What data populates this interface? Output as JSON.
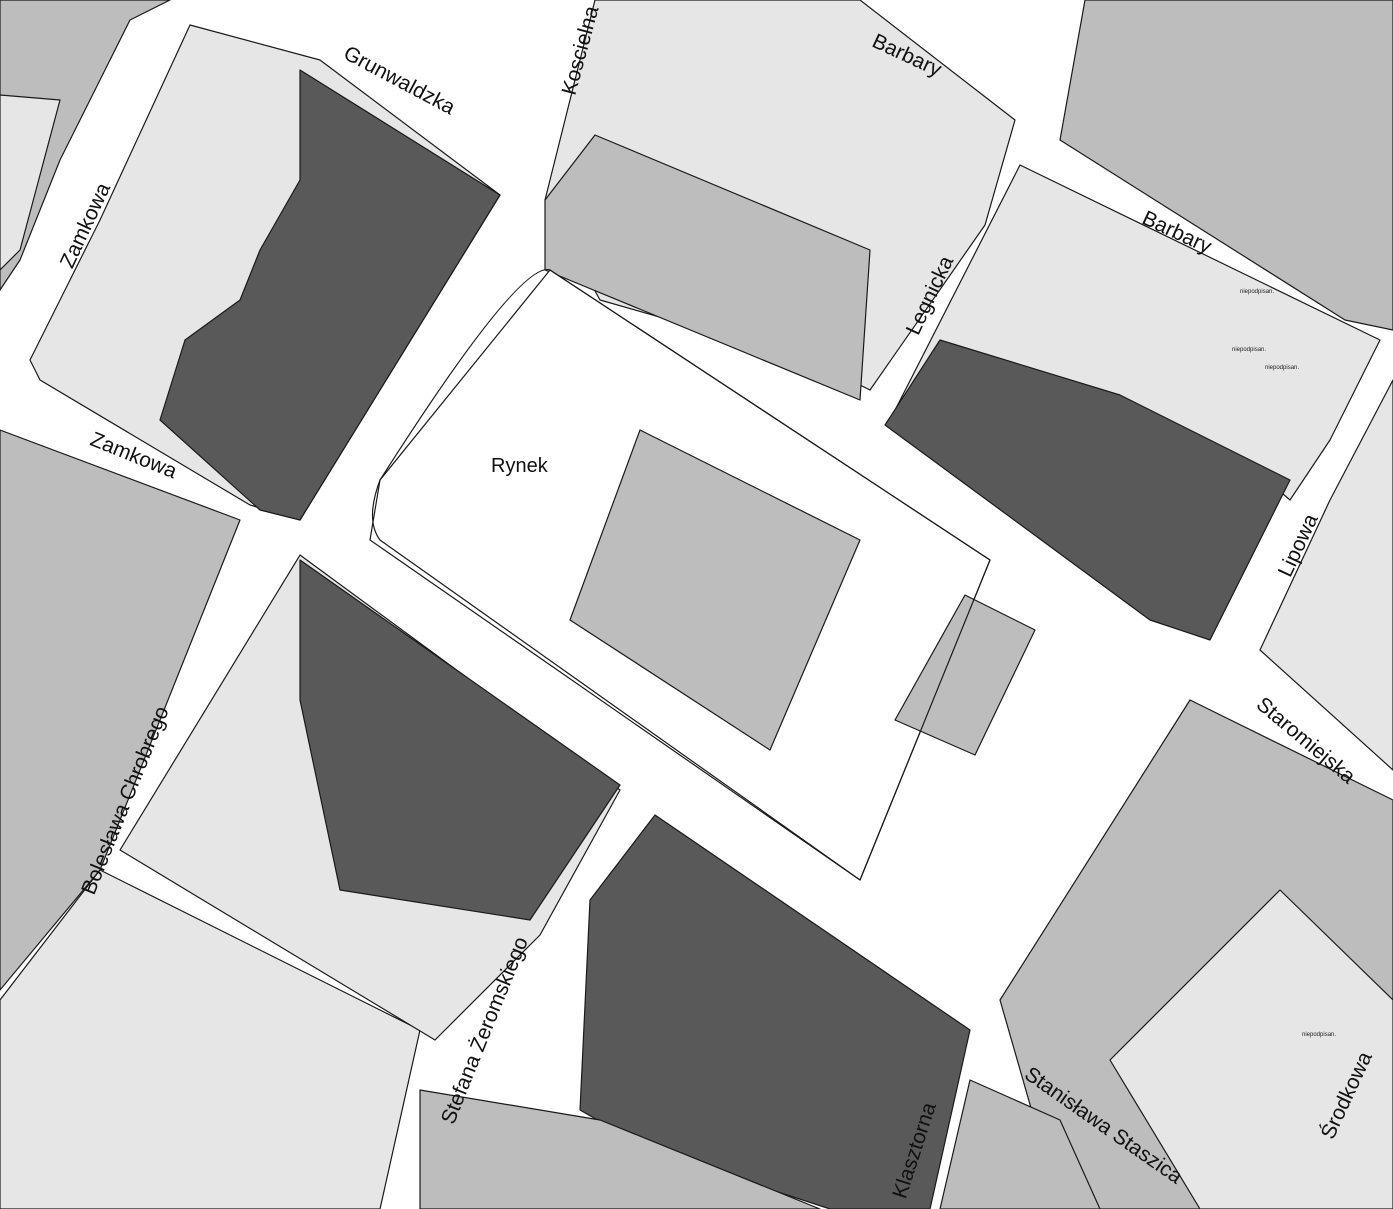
{
  "map": {
    "square": "Rynek",
    "streets": {
      "grunwaldzka": "Grunwaldzka",
      "koscielna": "Koscielna",
      "barbary_top": "Barbary",
      "barbary_right": "Barbary",
      "zamkowa_vertical": "Zamkowa",
      "zamkowa_horizontal": "Zamkowa",
      "legnicka": "Legnicka",
      "lipowa": "Lipowa",
      "staromiejska": "Staromiejska",
      "boleslawa_chrobrego": "Bolesława Chrobrego",
      "stefana_zeromskiego": "Stefana Żeromskiego",
      "klasztorna": "Klasztorna",
      "stanislawa_staszica": "Stanisława Staszica",
      "srodkowa": "Środkowa"
    },
    "small_labels": [
      "niepodpisan.",
      "niepodpisan.",
      "niepodpisan.",
      "niepodpisan."
    ],
    "colors": {
      "street": "#ffffff",
      "parcel_light": "#e6e6e6",
      "parcel_mid": "#bdbdbd",
      "building_dark": "#595959",
      "outline": "#1a1a1a"
    }
  }
}
